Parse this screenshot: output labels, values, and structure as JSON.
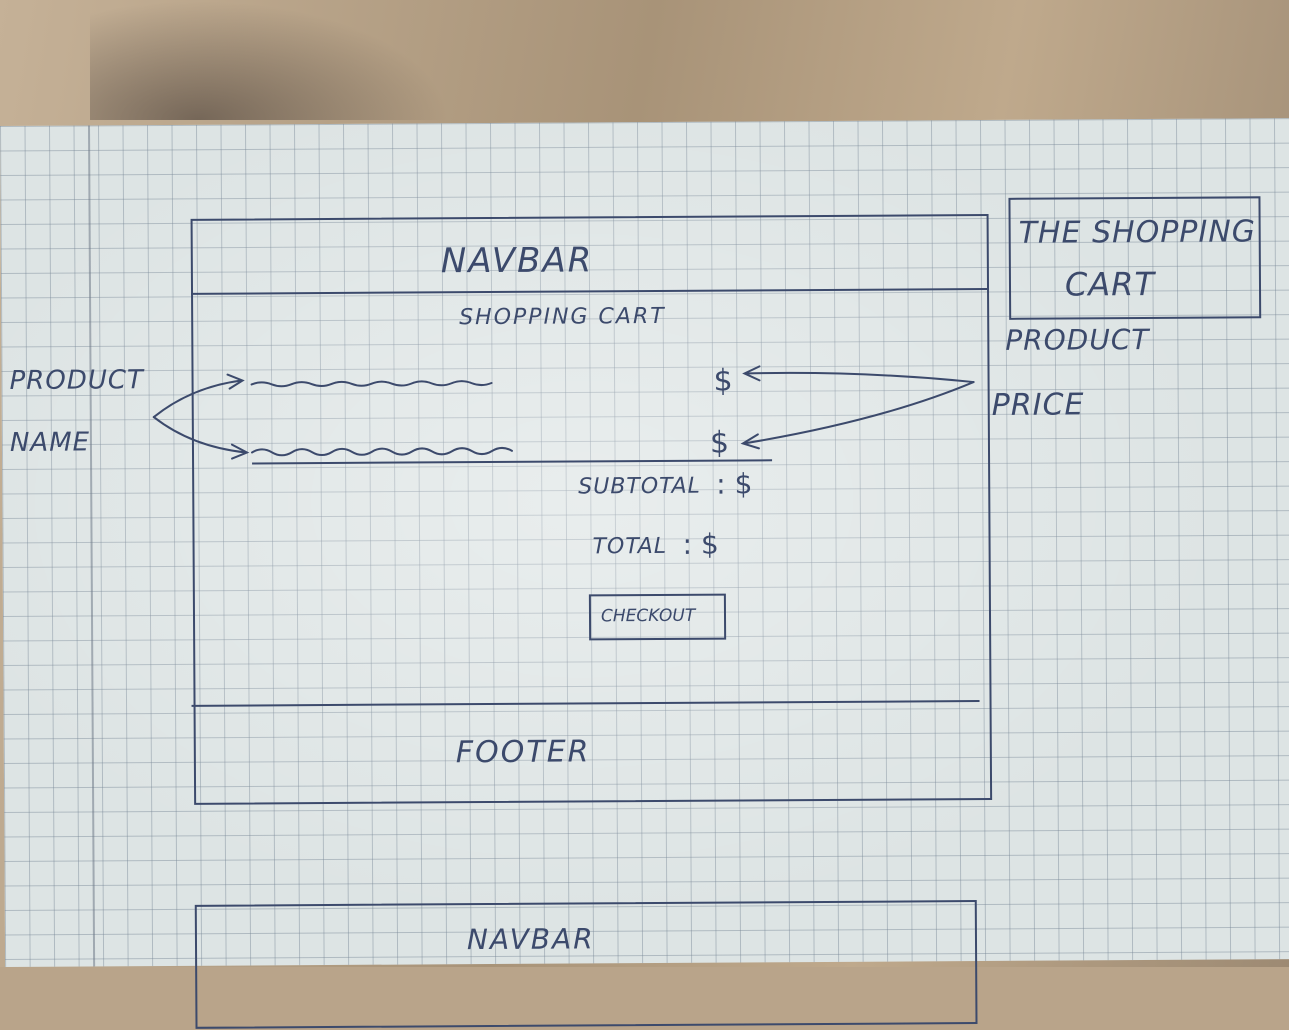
{
  "wireframe": {
    "navbar_label": "NAVBAR",
    "page_title": "SHOPPING CART",
    "row_price_1": "$",
    "row_price_2": "$",
    "subtotal_label": "SUBTOTAL",
    "subtotal_value": ": $",
    "total_label": "TOTAL",
    "total_value": ": $",
    "checkout_label": "CHECKOUT",
    "footer_label": "FOOTER"
  },
  "annotations": {
    "product_name_line1": "PRODUCT",
    "product_name_line2": "NAME",
    "side_title_line1": "THE SHOPPING",
    "side_title_line2": "CART",
    "product_price_line1": "PRODUCT",
    "product_price_line2": "PRICE"
  },
  "second_wireframe": {
    "navbar_label": "NAVBAR"
  },
  "colors": {
    "ink": "#3c4a6c",
    "paper": "#dde4e4",
    "desk": "#b09a7f"
  }
}
